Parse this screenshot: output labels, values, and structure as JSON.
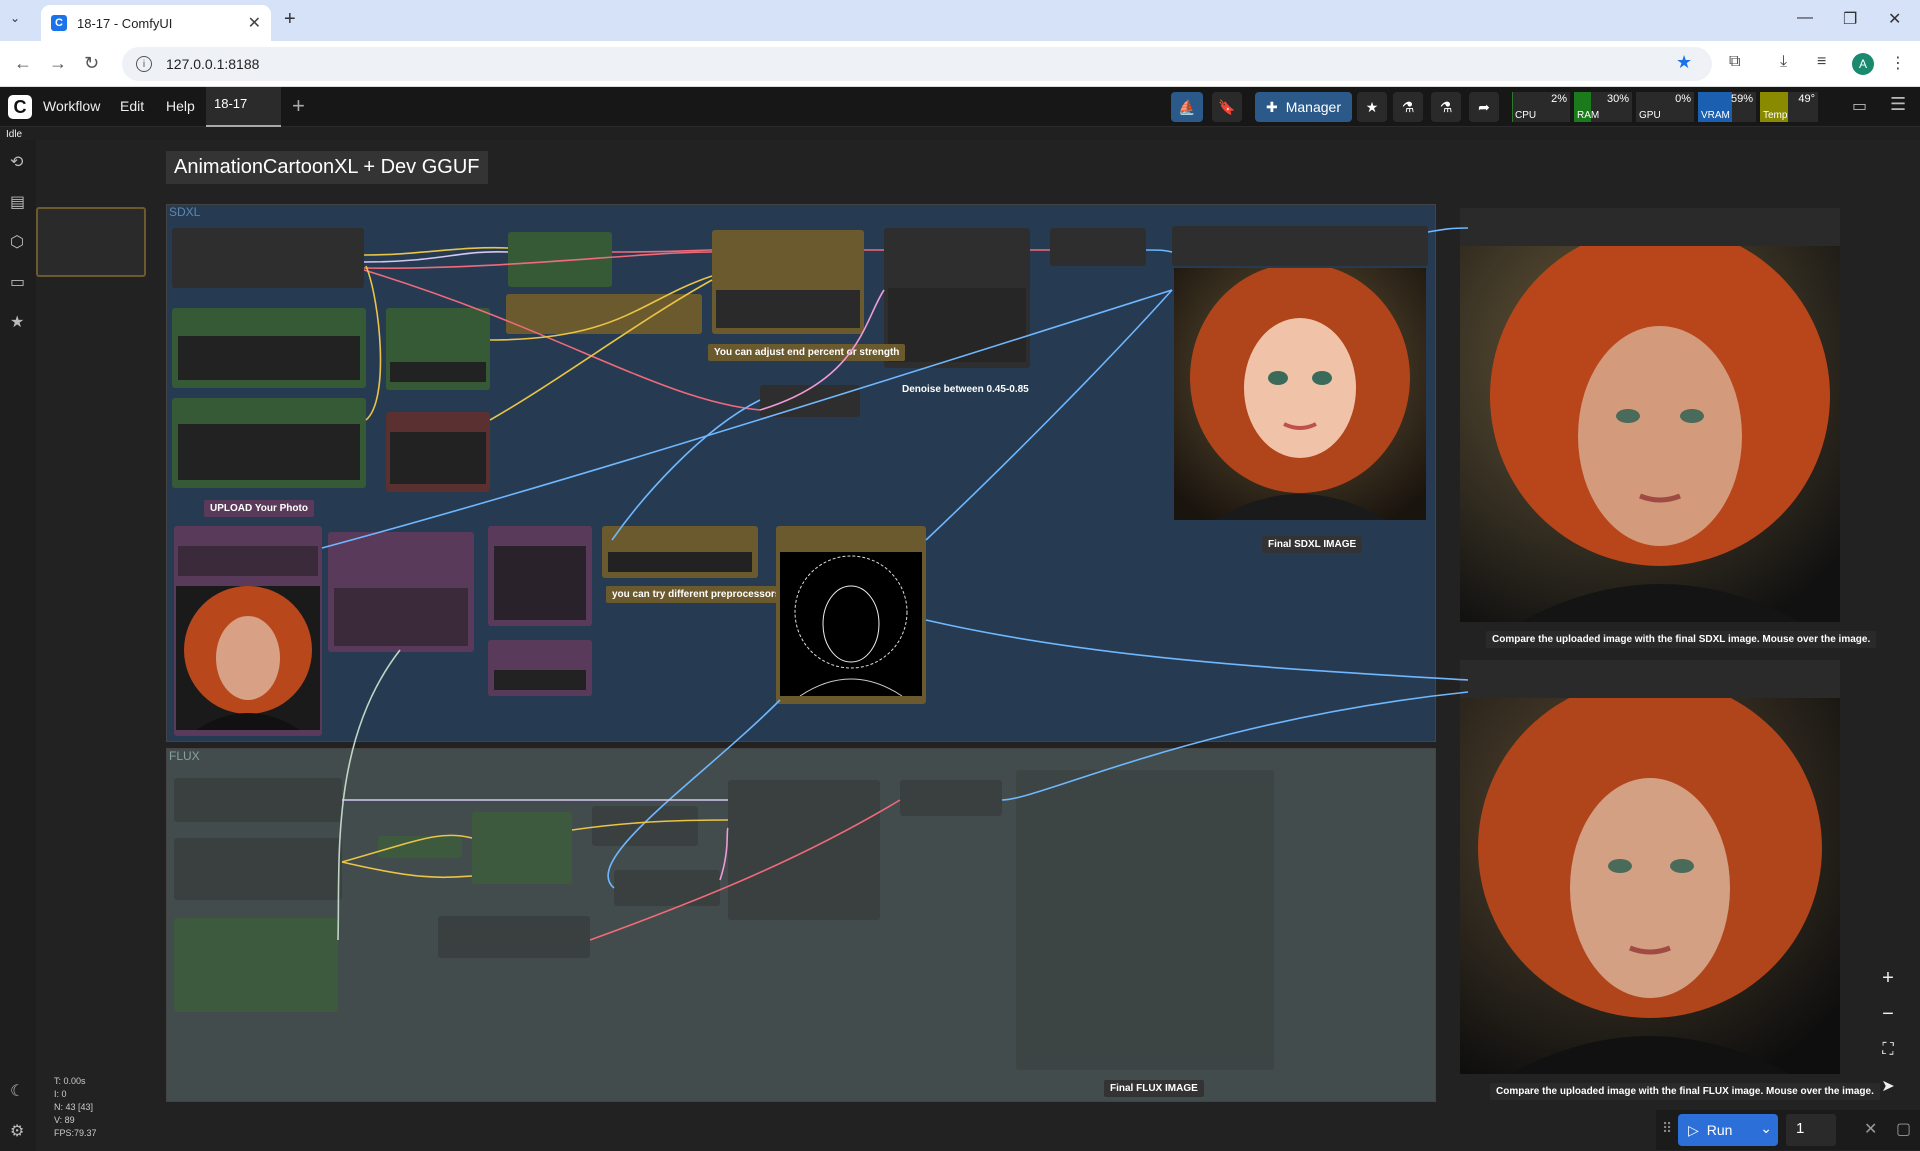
{
  "browser": {
    "tab_title": "18-17 - ComfyUI",
    "url": "127.0.0.1:8188",
    "avatar_letter": "A"
  },
  "app": {
    "menu": [
      "Workflow",
      "Edit",
      "Help"
    ],
    "workflow_tab": "18-17",
    "manager_label": "Manager",
    "status": "Idle"
  },
  "monitors": [
    {
      "label": "CPU",
      "value": "2%",
      "percent": 2,
      "color": "#2a7a2a"
    },
    {
      "label": "RAM",
      "value": "30%",
      "percent": 30,
      "color": "#1b7a1b"
    },
    {
      "label": "GPU",
      "value": "0%",
      "percent": 0,
      "color": "#2a7a2a"
    },
    {
      "label": "VRAM",
      "value": "59%",
      "percent": 59,
      "color": "#1b5fb0"
    },
    {
      "label": "Temp",
      "value": "49°",
      "percent": 49,
      "color": "#8a8a00"
    }
  ],
  "canvas": {
    "title": "AnimationCartoonXL + Dev GGUF",
    "groups": {
      "sdxl": "SDXL",
      "flux": "FLUX"
    },
    "notes": {
      "upload": "UPLOAD Your Photo",
      "end_percent": "You can adjust end percent or strength",
      "denoise": "Denoise between 0.45-0.85",
      "preprocessors": "you can try different preprocessors",
      "final_sdxl": "Final SDXL IMAGE",
      "final_flux": "Final FLUX IMAGE",
      "compare_sdxl": "Compare the uploaded image with the final SDXL image. Mouse over the image.",
      "compare_flux": "Compare the uploaded image with the final FLUX image. Mouse over the image."
    }
  },
  "stats": {
    "t": "T: 0.00s",
    "i": "I: 0",
    "n": "N: 43 [43]",
    "v": "V: 89",
    "fps": "FPS:79.37"
  },
  "run": {
    "label": "Run",
    "count": "1"
  },
  "icons": {
    "history": "history-icon",
    "queue": "queue-icon",
    "models": "cube-icon",
    "workflows": "folder-icon",
    "templates": "star-icon"
  },
  "colors": {
    "accent": "#2d6fd8",
    "sdxl_group": "#263b52",
    "flux_group": "#424c4c"
  }
}
